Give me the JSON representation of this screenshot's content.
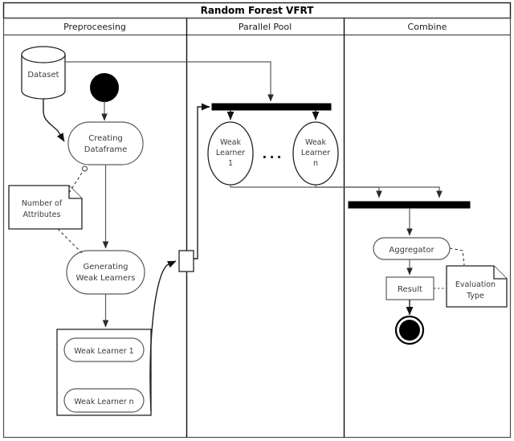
{
  "diagram": {
    "title": "Random Forest VFRT",
    "type": "uml-activity-swimlane",
    "lanes": [
      {
        "id": "preprocessing",
        "label": "Preproceesing"
      },
      {
        "id": "parallel_pool",
        "label": "Parallel Pool"
      },
      {
        "id": "combine",
        "label": "Combine"
      }
    ],
    "nodes": {
      "dataset": {
        "label": "Dataset",
        "shape": "cylinder"
      },
      "initial": {
        "label": "",
        "shape": "initial-node"
      },
      "creating_dataframe": {
        "line1": "Creating",
        "line2": "Dataframe",
        "shape": "activity"
      },
      "number_of_attributes": {
        "line1": "Number of",
        "line2": "Attributes",
        "shape": "note"
      },
      "generating_weak_learners": {
        "line1": "Generating",
        "line2": "Weak Learners",
        "shape": "activity"
      },
      "weak_learner_group": {
        "label": "",
        "shape": "group-box"
      },
      "weak_learner_1_local": {
        "label": "Weak Learner 1",
        "shape": "activity"
      },
      "weak_learner_n_local": {
        "label": "Weak Learner n",
        "shape": "activity"
      },
      "connector": {
        "label": "",
        "shape": "connector-box"
      },
      "fork_bar": {
        "label": "",
        "shape": "fork"
      },
      "weak_learner_1_pool": {
        "line1": "Weak",
        "line2": "Learner",
        "line3": "1",
        "shape": "ellipse"
      },
      "ellipsis": {
        "label": "...",
        "shape": "text"
      },
      "weak_learner_n_pool": {
        "line1": "Weak",
        "line2": "Learner",
        "line3": "n",
        "shape": "ellipse"
      },
      "join_bar": {
        "label": "",
        "shape": "join"
      },
      "aggregator": {
        "label": "Aggregator",
        "shape": "activity"
      },
      "result": {
        "label": "Result",
        "shape": "object"
      },
      "evaluation_type": {
        "line1": "Evaluation",
        "line2": "Type",
        "shape": "note"
      },
      "final": {
        "label": "",
        "shape": "final-node"
      }
    },
    "colors": {
      "background": "#ffffff",
      "stroke": "#5a5a5a",
      "stroke_dark": "#1f1f1f",
      "fill_solid": "#000000",
      "text": "#3a3a3a"
    }
  }
}
